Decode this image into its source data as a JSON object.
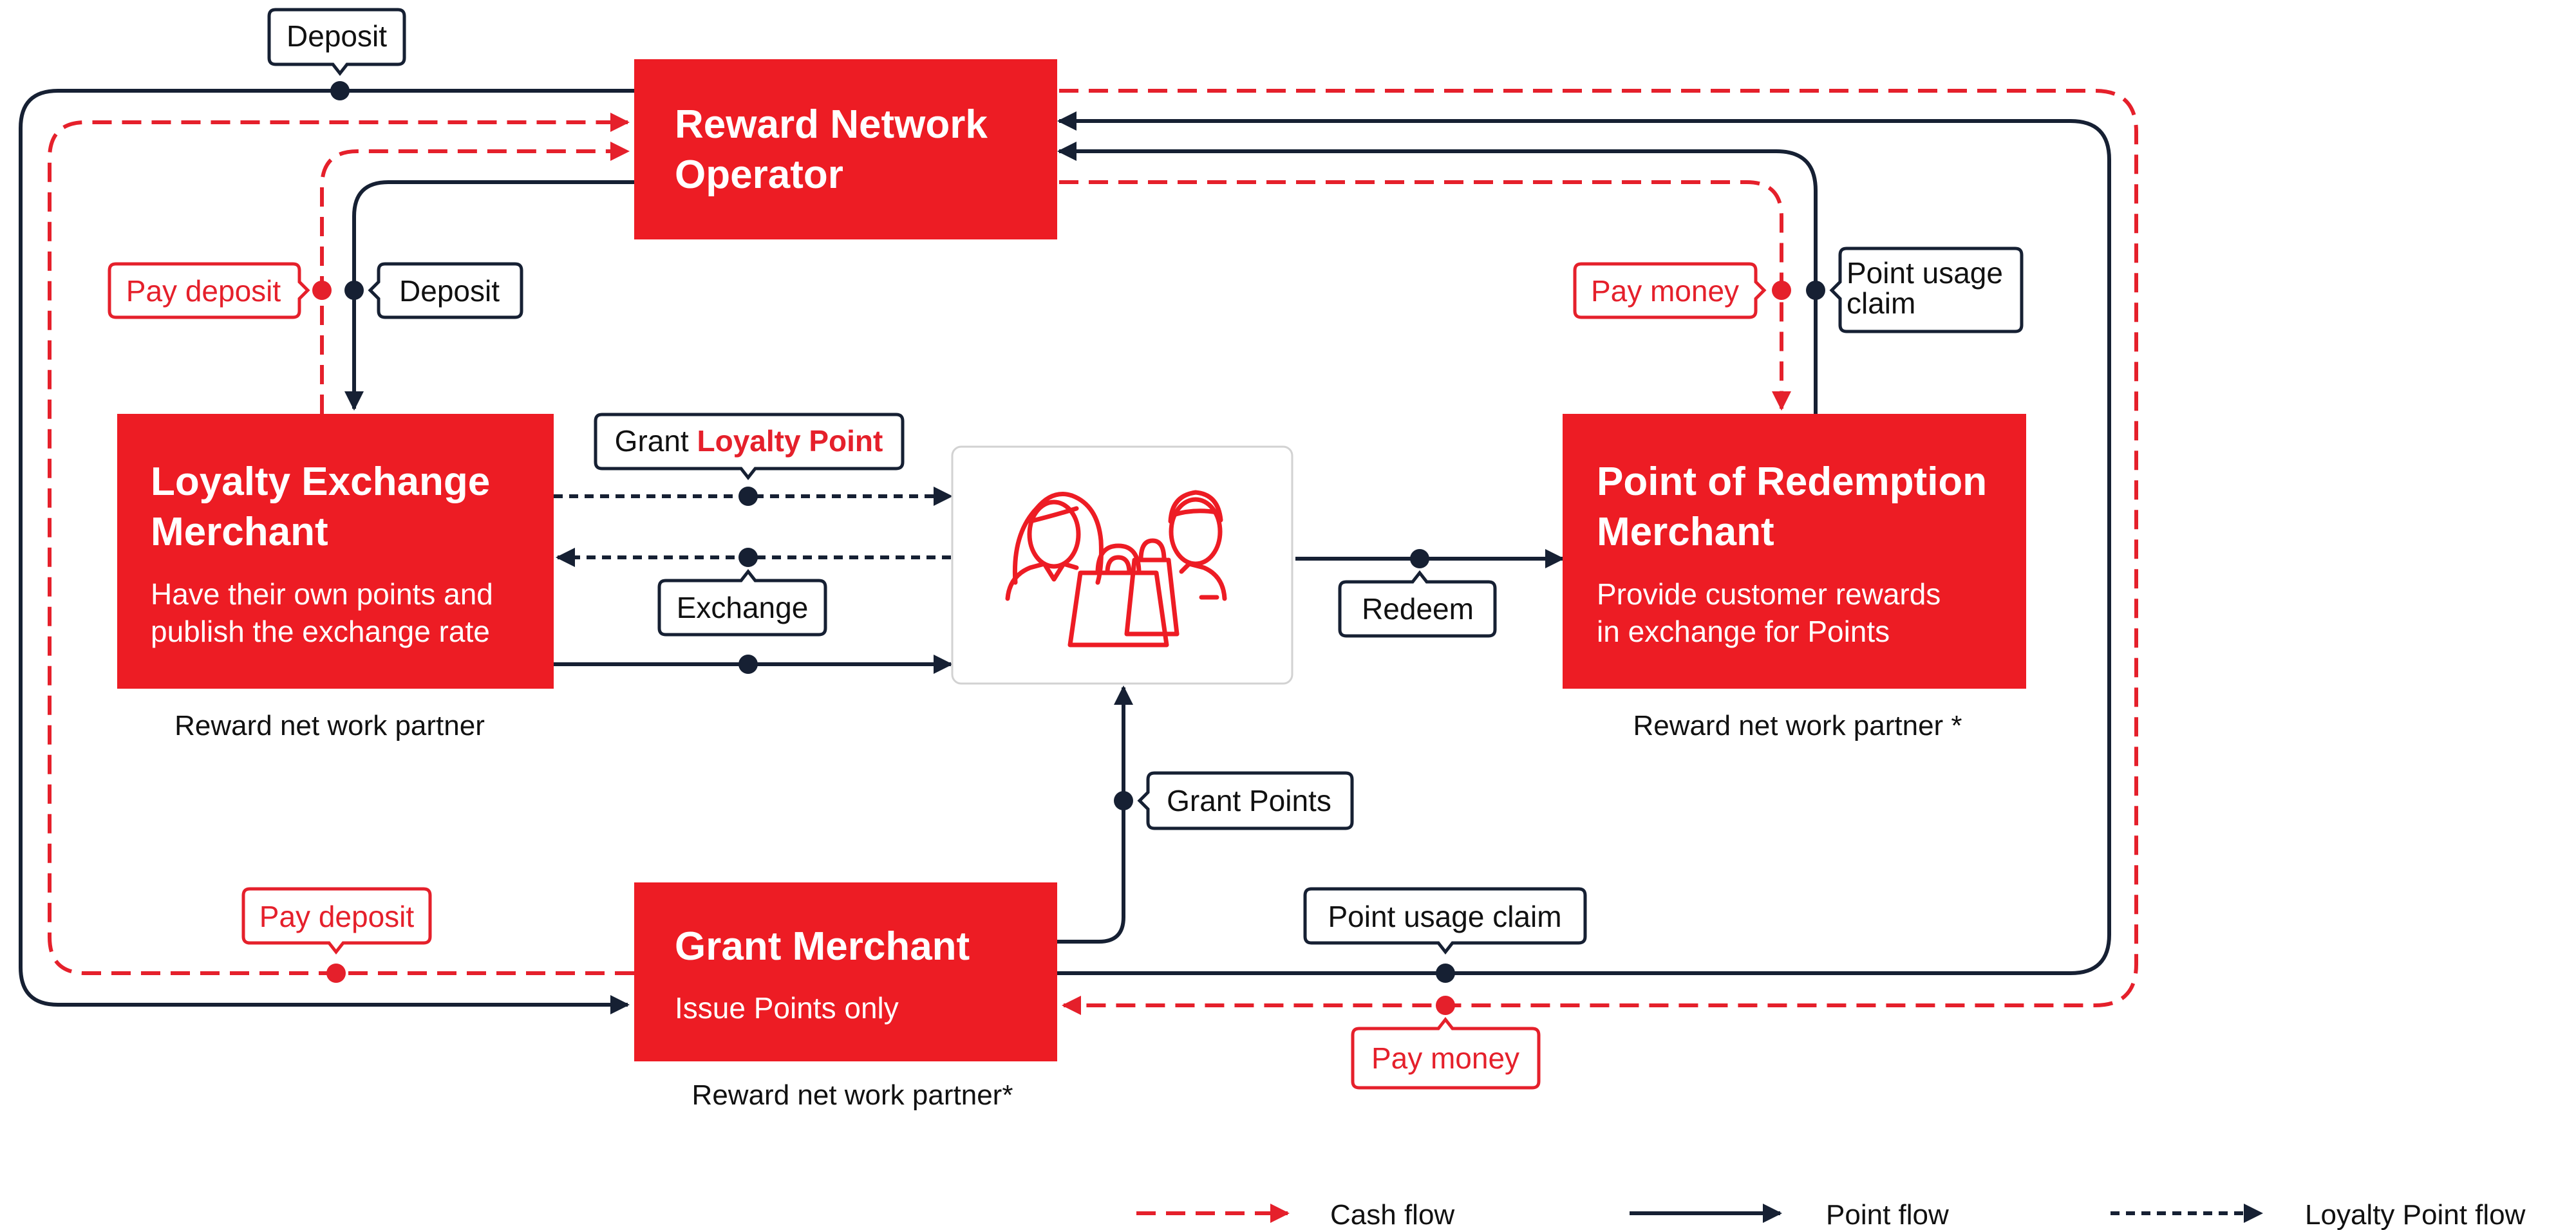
{
  "colors": {
    "brand_red": "#ed1c24",
    "cash_flow_red": "#e5202b",
    "point_flow_navy": "#162033",
    "label_text": "#111111",
    "box_border": "#d2d2d2"
  },
  "nodes": {
    "operator": {
      "title_line1": "Reward Network",
      "title_line2": "Operator"
    },
    "exchange_merchant": {
      "title_line1": "Loyalty Exchange",
      "title_line2": "Merchant",
      "desc_line1": "Have their own points and",
      "desc_line2": "publish the exchange rate",
      "caption": "Reward net work partner"
    },
    "redemption_merchant": {
      "title_line1": "Point of Redemption",
      "title_line2": "Merchant",
      "desc_line1": "Provide customer rewards",
      "desc_line2": "in exchange for Points",
      "caption": "Reward net work partner *"
    },
    "grant_merchant": {
      "title": "Grant Merchant",
      "desc": "Issue Points only",
      "caption": "Reward net work partner*"
    },
    "customers": {
      "icon": "customers-shopping-icon"
    }
  },
  "labels": {
    "deposit_top": "Deposit",
    "pay_deposit_left": "Pay deposit",
    "deposit_left": "Deposit",
    "pay_money_right": "Pay money",
    "point_usage_claim_right_line1": "Point usage",
    "point_usage_claim_right_line2": "claim",
    "grant_prefix": "Grant ",
    "grant_highlight": "Loyalty Point",
    "exchange": "Exchange",
    "redeem": "Redeem",
    "grant_points": "Grant Points",
    "pay_deposit_bottom": "Pay deposit",
    "point_usage_claim_bottom": "Point usage claim",
    "pay_money_bottom": "Pay money"
  },
  "legend": {
    "cash_flow": "Cash flow",
    "point_flow": "Point flow",
    "loyalty_point_flow": "Loyalty Point flow"
  }
}
